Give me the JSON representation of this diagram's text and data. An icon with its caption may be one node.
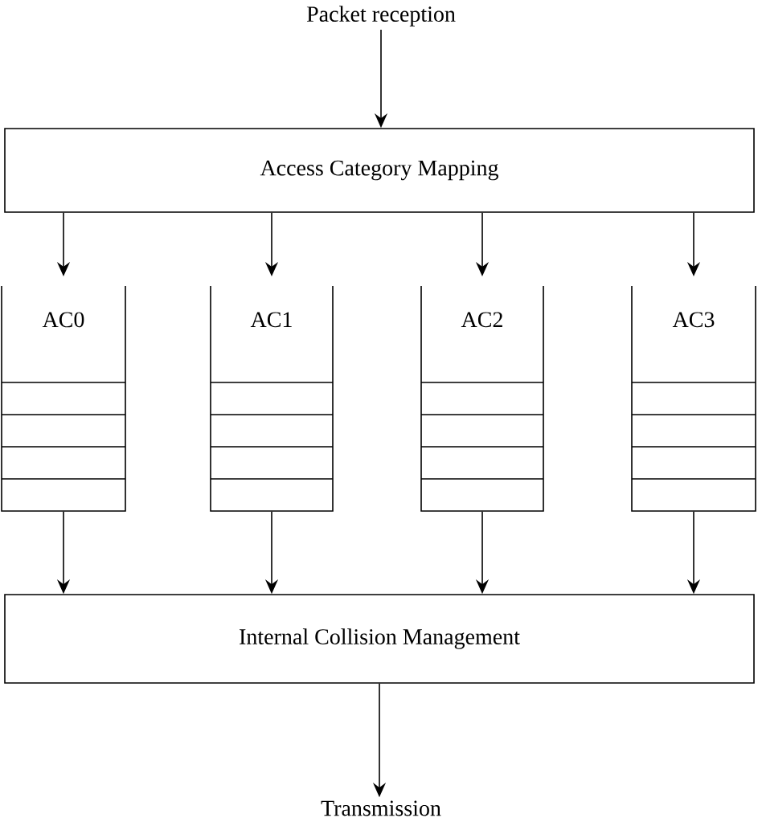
{
  "diagram": {
    "nodes": [
      {
        "text": [
          "Packet reception"
        ]
      },
      {
        "text": [
          "Access Category Mapping"
        ]
      },
      {
        "text": [
          "AC0"
        ]
      },
      {
        "text": [
          "AC1"
        ]
      },
      {
        "text": [
          "AC2"
        ]
      },
      {
        "text": [
          "AC3"
        ]
      },
      {
        "text": [
          "Internal Collision Management"
        ]
      },
      {
        "text": [
          "Transmission"
        ]
      }
    ],
    "edges": [
      {
        "from": 0,
        "to": 1,
        "arrow": "to"
      },
      {
        "from": 1,
        "to": 2,
        "arrow": "to"
      },
      {
        "from": 1,
        "to": 3,
        "arrow": "to"
      },
      {
        "from": 1,
        "to": 4,
        "arrow": "to"
      },
      {
        "from": 1,
        "to": 5,
        "arrow": "to"
      },
      {
        "from": 2,
        "to": 6,
        "arrow": "to"
      },
      {
        "from": 3,
        "to": 6,
        "arrow": "to"
      },
      {
        "from": 4,
        "to": 6,
        "arrow": "to"
      },
      {
        "from": 5,
        "to": 6,
        "arrow": "to"
      },
      {
        "from": 6,
        "to": 7,
        "arrow": "to"
      }
    ]
  }
}
